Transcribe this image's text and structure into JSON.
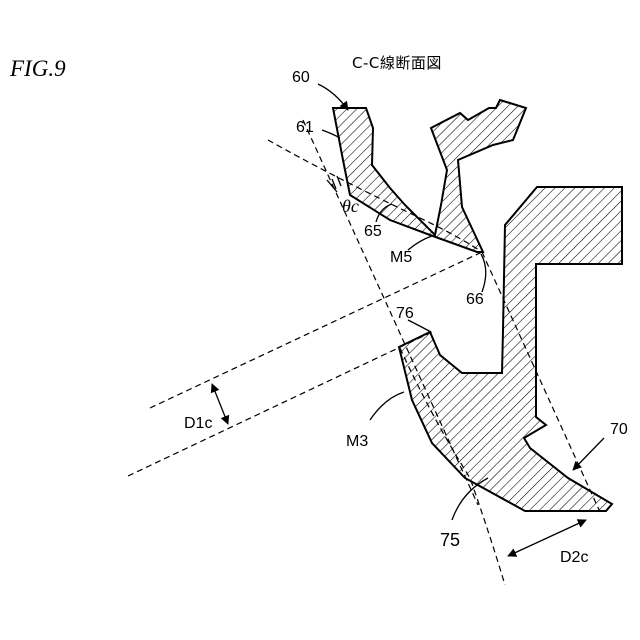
{
  "figure": {
    "label": "FIG.9",
    "caption": "C-C線断面図"
  },
  "labels": {
    "part_60": "60",
    "part_61": "61",
    "angle": "θc",
    "part_65": "65",
    "m5": "M5",
    "part_66": "66",
    "part_76": "76",
    "d1c": "D1c",
    "m3": "M3",
    "part_70": "70",
    "part_75": "75",
    "d2c": "D2c"
  }
}
